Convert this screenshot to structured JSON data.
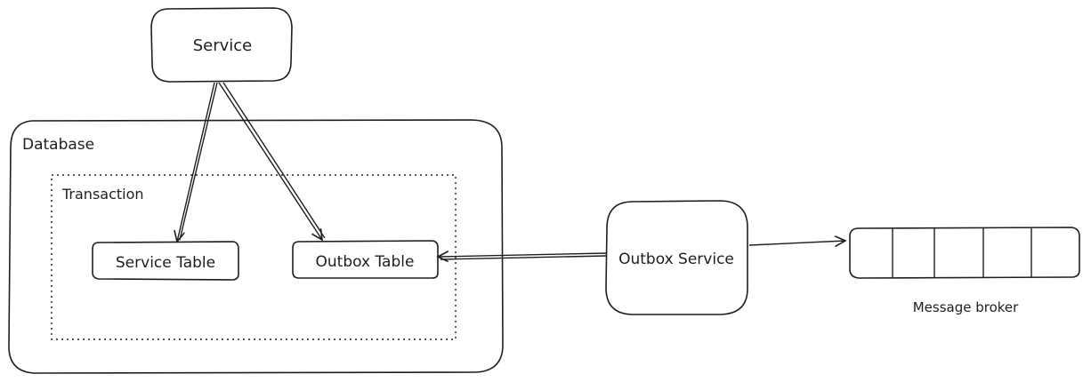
{
  "nodes": {
    "service": "Service",
    "database": "Database",
    "transaction": "Transaction",
    "service_table": "Service Table",
    "outbox_table": "Outbox Table",
    "outbox_service": "Outbox Service",
    "message_broker": "Message broker"
  },
  "colors": {
    "stroke": "#1e1e1e",
    "background": "#ffffff"
  }
}
